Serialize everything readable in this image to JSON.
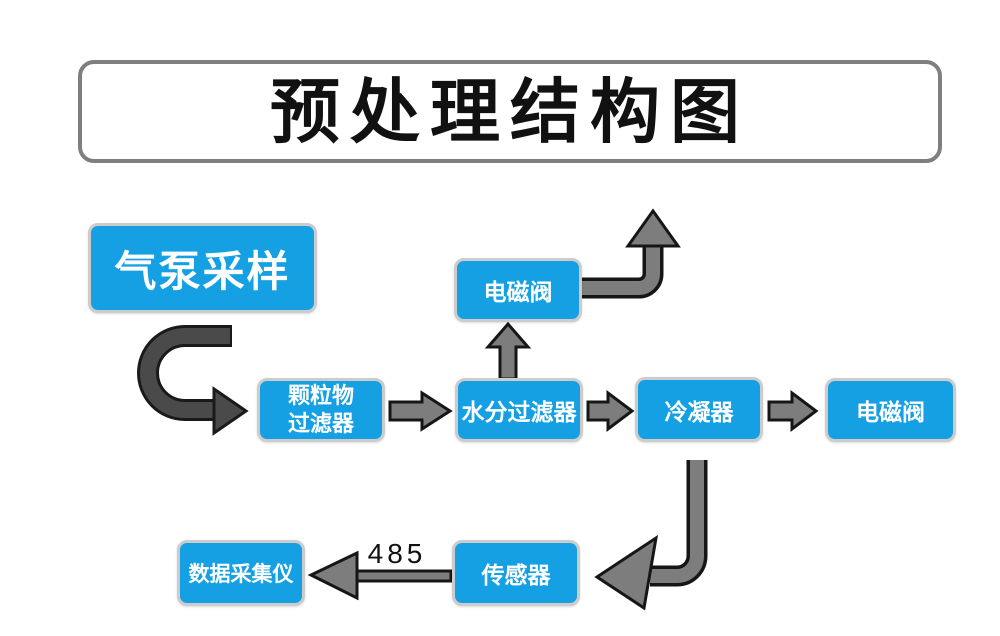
{
  "title": "预处理结构图",
  "nodes": {
    "pump": {
      "label": "气泵采样"
    },
    "particulate_filter": {
      "line1": "颗粒物",
      "line2": "过滤器"
    },
    "moisture_filter": {
      "label": "水分过滤器"
    },
    "solenoid_valve_top": {
      "label": "电磁阀"
    },
    "condenser": {
      "label": "冷凝器"
    },
    "solenoid_valve_right": {
      "label": "电磁阀"
    },
    "sensor": {
      "label": "传感器"
    },
    "data_collector": {
      "label": "数据采集仪"
    }
  },
  "edges": {
    "sensor_to_collector_bus_label": "485"
  },
  "colors": {
    "node_fill": "#14A0E3",
    "node_border": "#cccccc",
    "arrow_dark": "#4a4a4a",
    "arrow_gray": "#7d7d7d",
    "outline": "#161616",
    "outline_dark": "#1a1a1a",
    "title_border": "#7f7f7f",
    "title_text": "#111111"
  }
}
